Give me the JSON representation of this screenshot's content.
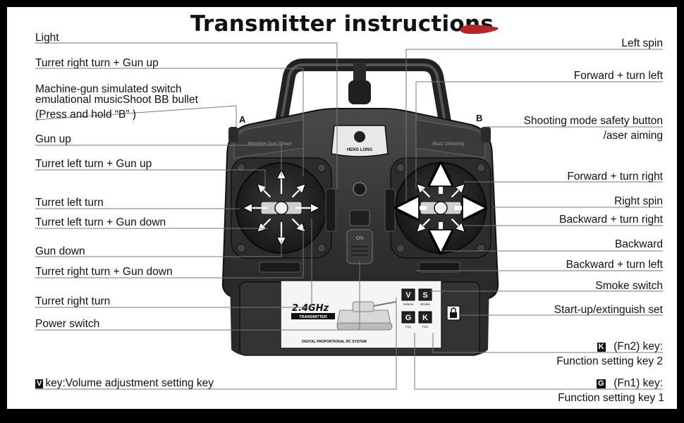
{
  "title": "Transmitter instructions",
  "accent_color": "#b3262a",
  "switch_labels": {
    "a": "A",
    "b": "B"
  },
  "transmitter": {
    "brand": "HENG LONG",
    "left_panel": "Machine Gun Shoot",
    "right_panel": "Buzz Shooting",
    "model": "2.4GHz",
    "sub": "TRANSMITTER",
    "system": "DIGITAL PROPORTIONAL RC SYSTEM",
    "power_marking": "ON",
    "keys": [
      {
        "glyph": "V",
        "caption": "Volume"
      },
      {
        "glyph": "S",
        "caption": "Smoke"
      },
      {
        "glyph": "G",
        "caption": "Fn1"
      },
      {
        "glyph": "K",
        "caption": "Fn2"
      }
    ]
  },
  "left_labels": [
    {
      "text": "Light"
    },
    {
      "text": "Turret right turn + Gun up"
    },
    {
      "text": "Machine-gun simulated switch"
    },
    {
      "text": "emulational musicShoot BB bullet"
    },
    {
      "text": "(Press and hold “B” )"
    },
    {
      "text": "Gun up"
    },
    {
      "text": "Turret left turn + Gun up"
    },
    {
      "text": "Turret left turn"
    },
    {
      "text": "Turret left turn + Gun down"
    },
    {
      "text": "Gun down"
    },
    {
      "text": "Turret right turn + Gun down"
    },
    {
      "text": "Turret right turn"
    },
    {
      "text": "Power switch"
    },
    {
      "text": "key:Volume adjustment setting key",
      "key": "V"
    }
  ],
  "right_labels": [
    {
      "text": "Left spin"
    },
    {
      "text": "Forward + turn left"
    },
    {
      "text": "Shooting mode safety button"
    },
    {
      "text": "/aser aiming"
    },
    {
      "text": "Forward + turn right"
    },
    {
      "text": "Right spin"
    },
    {
      "text": "Backward + turn right"
    },
    {
      "text": "Backward"
    },
    {
      "text": "Backward + turn left"
    },
    {
      "text": "Smoke switch"
    },
    {
      "text": "Start-up/extinguish set"
    },
    {
      "text": "(Fn2) key:",
      "key": "K"
    },
    {
      "text": "Function setting key 2"
    },
    {
      "text": "(Fn1) key:",
      "key": "G"
    },
    {
      "text": "Function setting key 1"
    }
  ]
}
